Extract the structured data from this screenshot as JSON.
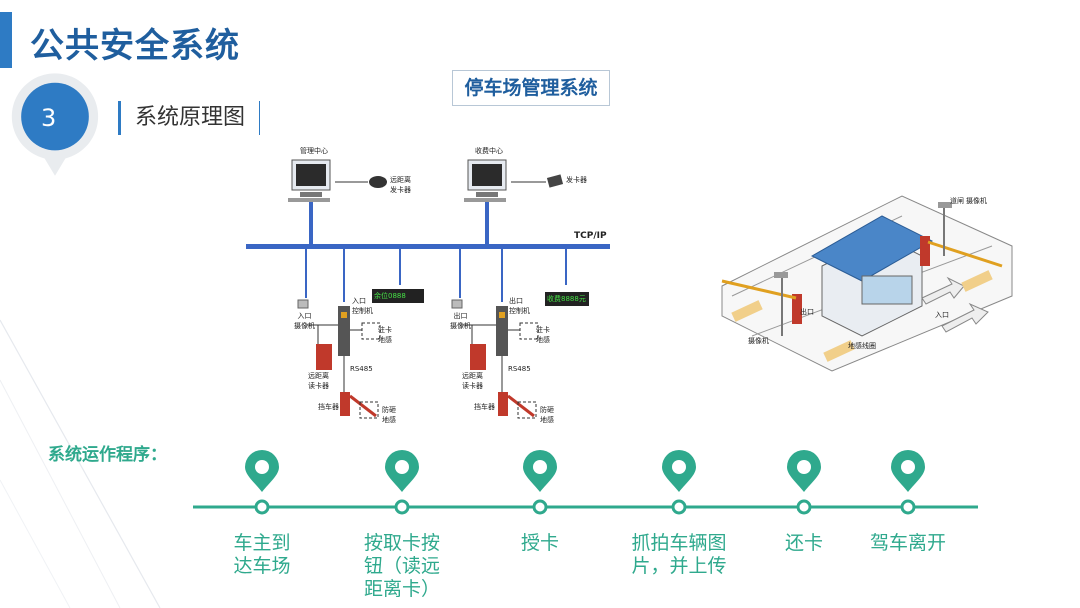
{
  "page_title": "公共安全系统",
  "section": {
    "number": "3",
    "title": "系统原理图"
  },
  "diagram": {
    "title": "停车场管理系统",
    "network_label": "TCP/IP",
    "management_center": "管理中心",
    "toll_center": "收费中心",
    "long_range_issuer": "远距离\n发卡器",
    "card_issuer": "发卡器",
    "left_display": "余位0888",
    "right_display": "收费8888元",
    "entry_camera": "入口\n摄像机",
    "exit_camera": "出口\n摄像机",
    "entry_controller": "入口\n控制机",
    "exit_controller": "出口\n控制机",
    "entry_reader": "远距离\n读卡器",
    "exit_reader": "远距离\n读卡器",
    "entry_loop": "驻卡\n地感",
    "exit_loop": "驻卡\n地感",
    "rs485_left": "RS485",
    "rs485_right": "RS485",
    "barrier_left": "挡车器",
    "barrier_right": "挡车器",
    "anti_smash_left": "防砸\n地感",
    "anti_smash_right": "防砸\n地感"
  },
  "scene": {
    "camera_top": "摄像机",
    "fence_top": "道闸",
    "camera_left": "摄像机",
    "ground_loop": "地感线圈",
    "exit_arrow": "出口",
    "entry_arrow": "入口"
  },
  "procedure": {
    "label": "系统运作程序：",
    "steps": [
      {
        "text": "车主到\n达车场"
      },
      {
        "text": "按取卡按\n钮（读远\n距离卡）"
      },
      {
        "text": "授卡"
      },
      {
        "text": "抓拍车辆图\n片，并上传"
      },
      {
        "text": "还卡"
      },
      {
        "text": "驾车离开"
      }
    ]
  },
  "colors": {
    "accent": "#2e7bc4",
    "title_blue": "#1f5e9e",
    "teal": "#2fa98d",
    "network_blue": "#3a66c4"
  }
}
